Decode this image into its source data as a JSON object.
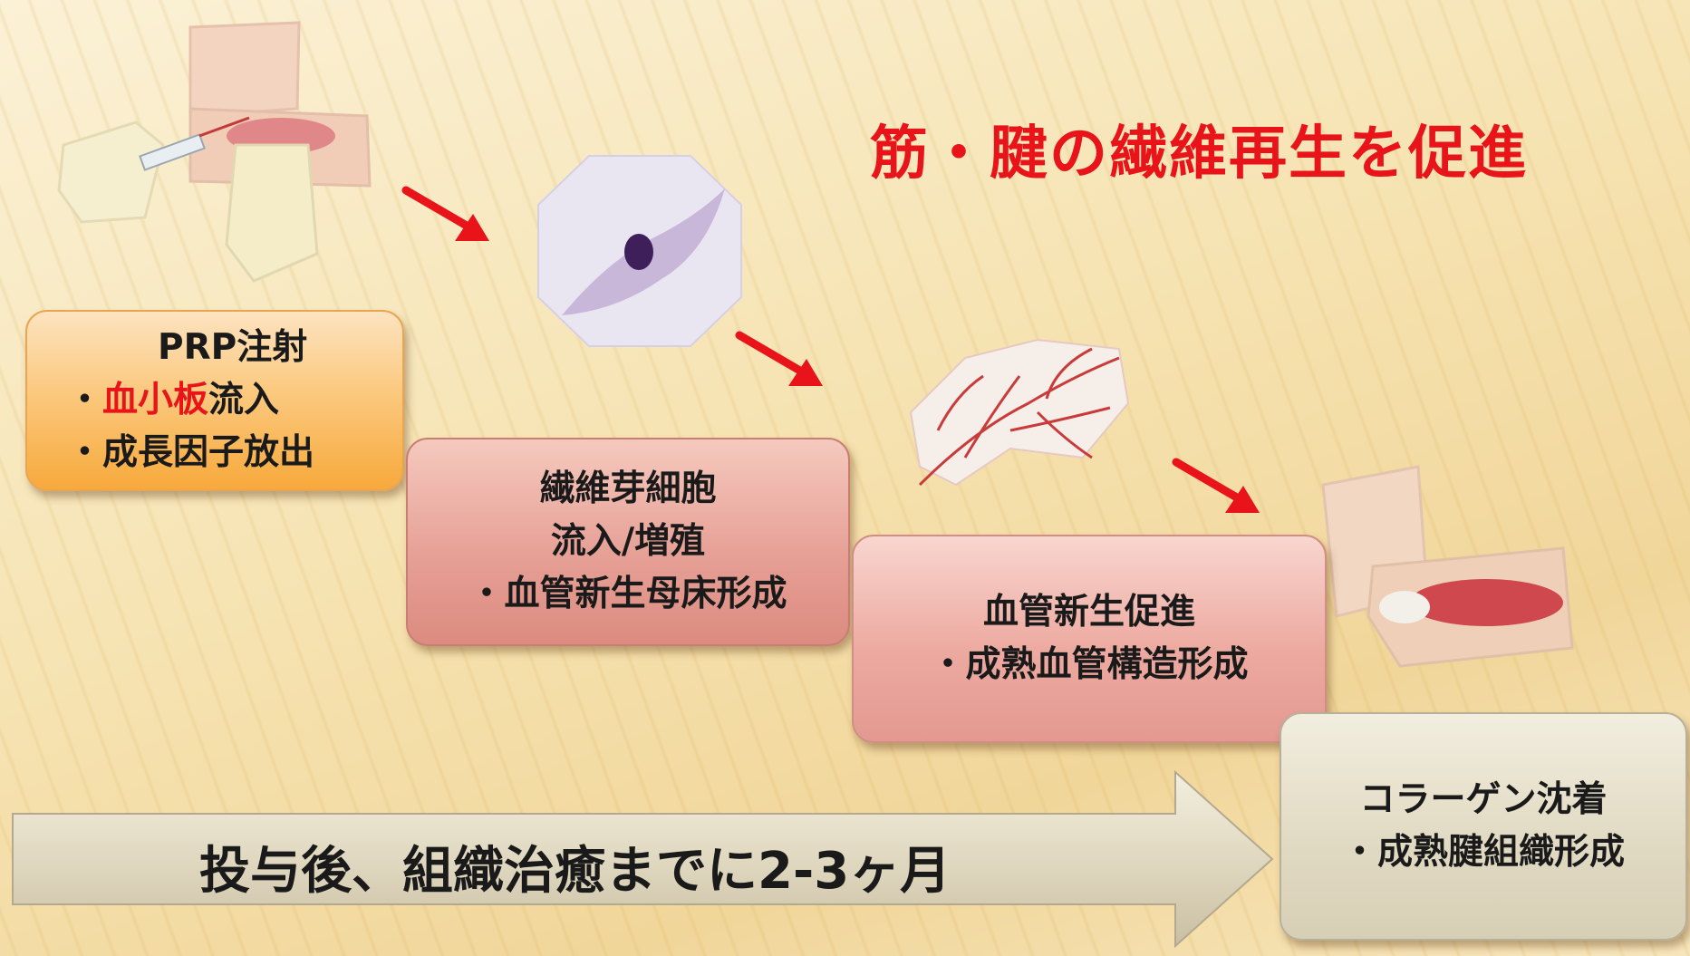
{
  "title": "筋・腱の繊維再生を促進",
  "steps": [
    {
      "heading": "PRP注射",
      "bullet_prefix": "・",
      "highlight": "血小板",
      "line2_rest": "流入",
      "line3": "・成長因子放出"
    },
    {
      "line1": "繊維芽細胞",
      "line2": "流入/増殖",
      "line3": "・血管新生母床形成"
    },
    {
      "line1": "血管新生促進",
      "line2": "・成熟血管構造形成"
    },
    {
      "line1": "コラーゲン沈着",
      "line2": "・成熟腱組織形成"
    }
  ],
  "timeline": "投与後、組織治癒までに2-3ヶ月",
  "images": [
    "elbow-injection-illustration",
    "fibroblast-cell-image",
    "blood-vessel-network-image",
    "healed-elbow-illustration"
  ],
  "arrows": [
    "red-arrow",
    "red-arrow",
    "red-arrow"
  ],
  "colors": {
    "accent_red": "#e8141a",
    "box1": "#f7a93c",
    "box2": "#dc8b80",
    "box3": "#e39990",
    "box4": "#d7cfb5"
  }
}
